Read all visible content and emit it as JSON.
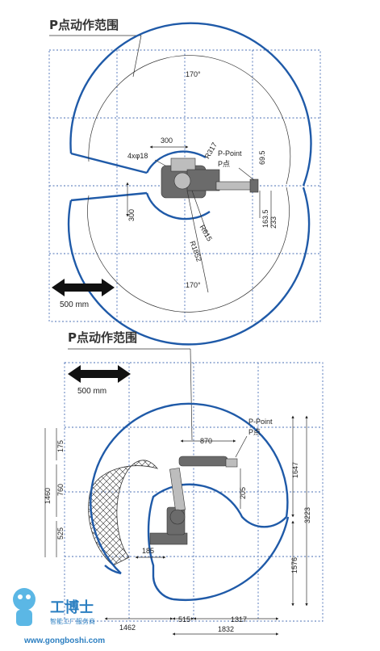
{
  "top": {
    "title": "P点动作范围",
    "scale_label": "500 mm",
    "dims": {
      "a170_top": "170°",
      "a170_bottom": "170°",
      "d300_h": "300",
      "d4x18": "4xφ18",
      "r317": "R317",
      "ppoint_en": "P-Point",
      "ppoint_cn": "P点",
      "d69_5": "69.5",
      "d300_v": "300",
      "d163_5": "163.5",
      "d233": "233",
      "r615": "R615",
      "r1852": "R1852"
    }
  },
  "bottom": {
    "title": "P点动作范围",
    "scale_label": "500 mm",
    "dims": {
      "d870": "870",
      "ppoint_en": "P-Point",
      "ppoint_cn": "P点",
      "d175": "175",
      "d760": "760",
      "d1460": "1460",
      "d525": "525",
      "d205": "205",
      "d185": "185",
      "d1647": "1647",
      "d3223": "3223",
      "d1576": "1576",
      "d1462": "1462",
      "d515": "515",
      "d1832": "1832",
      "d1317": "1317"
    }
  },
  "watermark": {
    "brand_cn": "工博士",
    "tagline": "智能工厂服务商",
    "url": "www.gongboshi.com"
  },
  "colors": {
    "range": "#1f5aa8",
    "grid": "#4a6fb5",
    "robot": "#6b6b6b"
  }
}
